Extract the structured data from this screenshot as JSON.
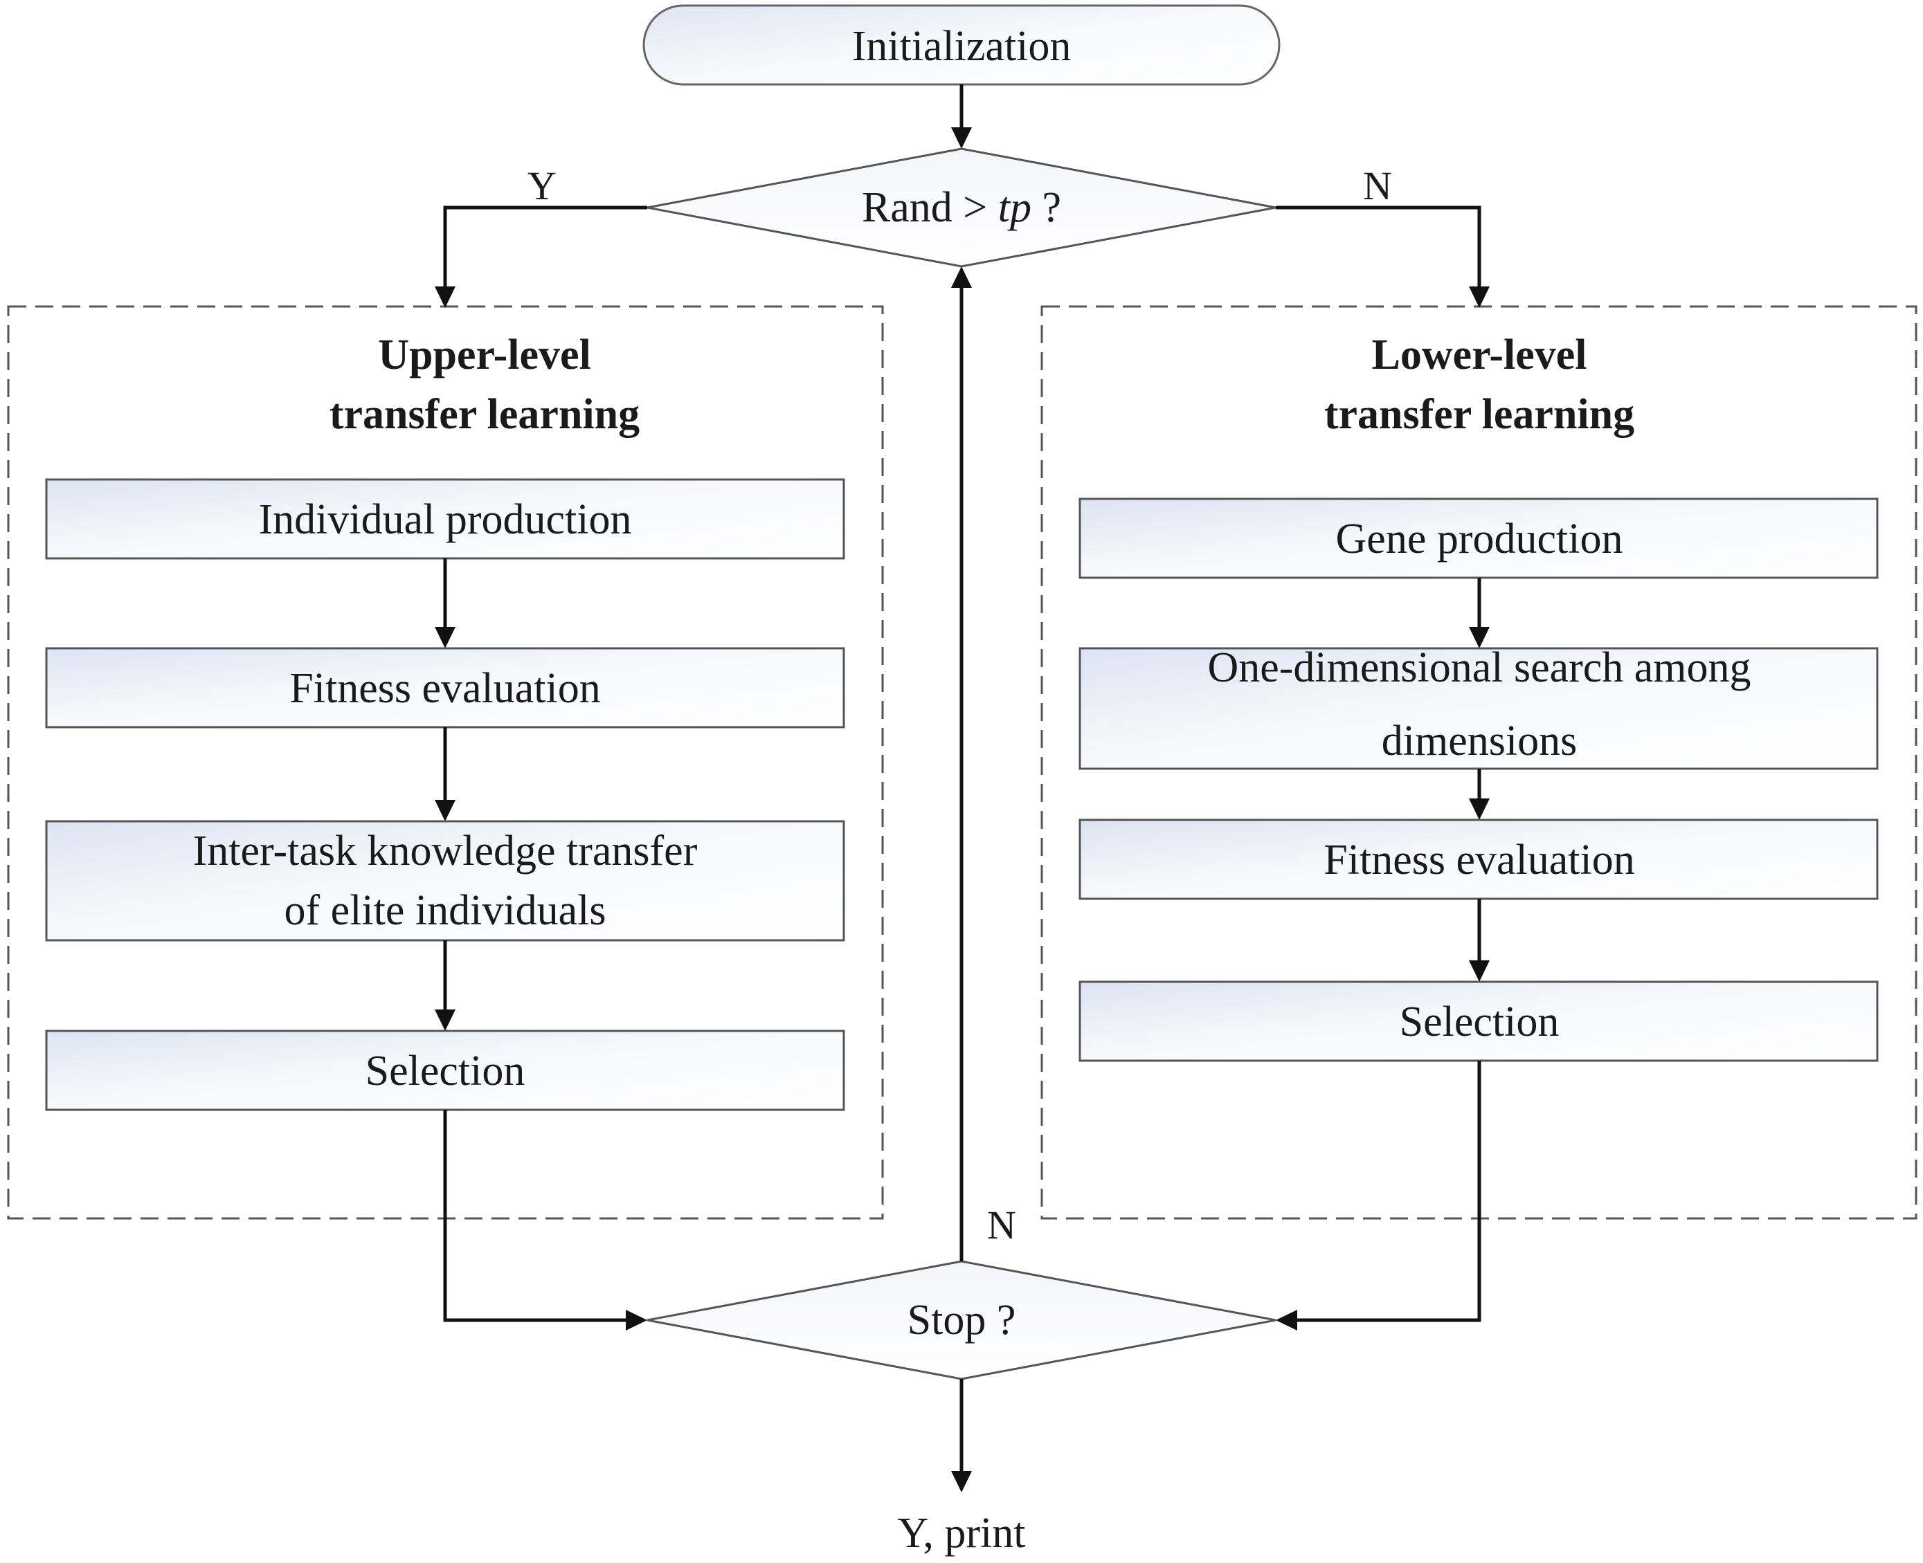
{
  "diagram": {
    "start": "Initialization",
    "decision_top": {
      "prefix": "Rand > ",
      "var": "tp",
      "suffix": " ?"
    },
    "branch_yes": "Y",
    "branch_no": "N",
    "upper": {
      "title_line1": "Upper-level",
      "title_line2": "transfer learning",
      "steps": [
        {
          "line1": "Individual production",
          "line2": ""
        },
        {
          "line1": "Fitness evaluation",
          "line2": ""
        },
        {
          "line1": "Inter-task knowledge transfer",
          "line2": "of elite individuals"
        },
        {
          "line1": "Selection",
          "line2": ""
        }
      ]
    },
    "lower": {
      "title_line1": "Lower-level",
      "title_line2": "transfer learning",
      "steps": [
        {
          "line1": "Gene production",
          "line2": ""
        },
        {
          "line1": "One-dimensional search among",
          "line2": "dimensions"
        },
        {
          "line1": "Fitness evaluation",
          "line2": ""
        },
        {
          "line1": "Selection",
          "line2": ""
        }
      ]
    },
    "decision_stop": "Stop ?",
    "loop_label": "N",
    "end_label": "Y, print"
  }
}
